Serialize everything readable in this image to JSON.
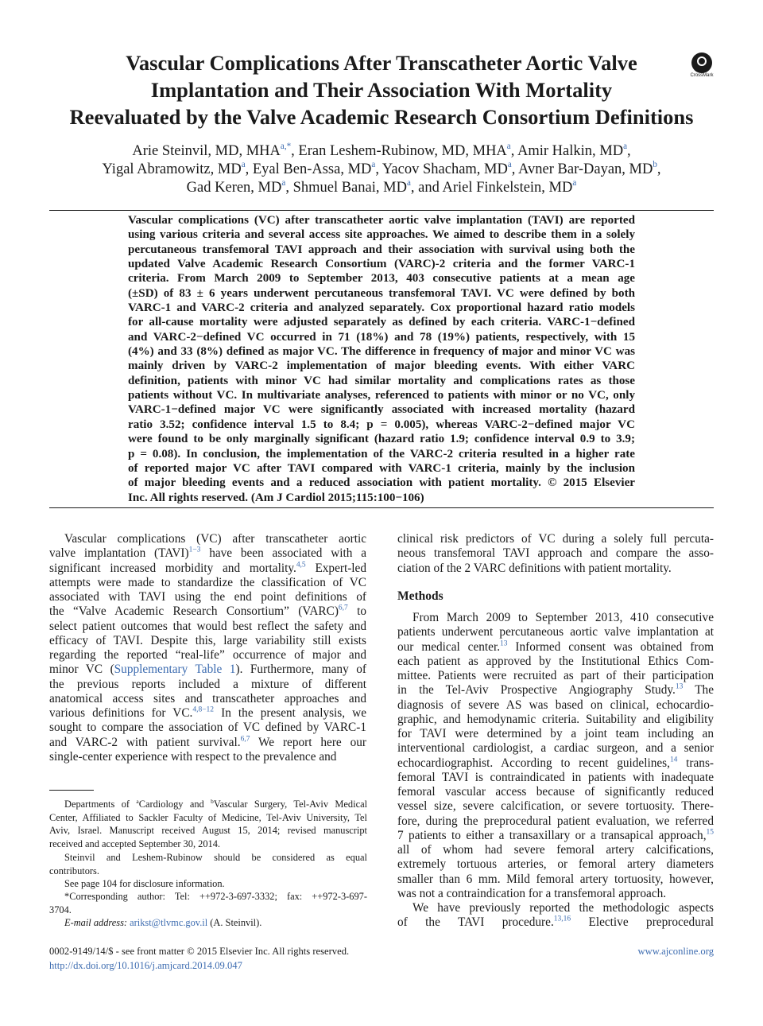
{
  "title_lines": [
    "Vascular Complications After Transcatheter Aortic Valve",
    "Implantation and Their Association With Mortality",
    "Reevaluated by the Valve Academic Research Consortium Definitions"
  ],
  "crossmark_label": "CrossMark",
  "authors": [
    {
      "name": "Arie Steinvil, MD, MHA",
      "aff": "a,*"
    },
    {
      "name": "Eran Leshem-Rubinow, MD, MHA",
      "aff": "a"
    },
    {
      "name": "Amir Halkin, MD",
      "aff": "a"
    },
    {
      "name": "Yigal Abramowitz, MD",
      "aff": "a"
    },
    {
      "name": "Eyal Ben-Assa, MD",
      "aff": "a"
    },
    {
      "name": "Yacov Shacham, MD",
      "aff": "a"
    },
    {
      "name": "Avner Bar-Dayan, MD",
      "aff": "b"
    },
    {
      "name": "Gad Keren, MD",
      "aff": "a"
    },
    {
      "name": "Shmuel Banai, MD",
      "aff": "a"
    },
    {
      "name": "Ariel Finkelstein, MD",
      "aff": "a"
    }
  ],
  "abstract_lines": [
    "Vascular complications (VC) after transcatheter aortic valve implantation (TAVI) are reported",
    "using various criteria and several access site approaches. We aimed to describe them in a solely",
    "percutaneous transfemoral TAVI approach and their association with survival using both the",
    "updated Valve Academic Research Consortium (VARC)-2 criteria and the former VARC-1",
    "criteria. From March 2009 to September 2013, 403 consecutive patients at a mean age",
    "(±SD) of 83 ± 6 years underwent percutaneous transfemoral TAVI. VC were defined by both",
    "VARC-1 and VARC-2 criteria and analyzed separately. Cox proportional hazard ratio models",
    "for all-cause mortality were adjusted separately as defined by each criteria. VARC-1−defined",
    "and VARC-2−defined VC occurred in 71 (18%) and 78 (19%) patients, respectively, with 15",
    "(4%) and 33 (8%) defined as major VC. The difference in frequency of major and minor VC was",
    "mainly driven by VARC-2 implementation of major bleeding events. With either VARC",
    "definition, patients with minor VC had similar mortality and complications rates as those",
    "patients without VC. In multivariate analyses, referenced to patients with minor or no VC, only",
    "VARC-1−defined major VC were significantly associated with increased mortality (hazard",
    "ratio 3.52; confidence interval 1.5 to 8.4; p = 0.005), whereas VARC-2−defined major VC",
    "were found to be only marginally significant (hazard ratio 1.9; confidence interval 0.9 to 3.9;",
    "p = 0.08). In conclusion, the implementation of the VARC-2 criteria resulted in a higher rate",
    "of reported major VC after TAVI compared with VARC-1 criteria, mainly by the inclusion",
    "of major bleeding events and a reduced association with patient mortality.    © 2015 Elsevier",
    "Inc. All rights reserved. (Am J Cardiol 2015;115:100−106)"
  ],
  "left_col": [
    {
      "t": "Vascular complications (VC) after transcatheter aortic"
    },
    {
      "t": "valve implantation (TAVI)",
      "r": "1−3",
      "t2": " have been associated with a"
    },
    {
      "t": "significant increased morbidity and mortality.",
      "r": "4,5",
      "t2": " Expert-led"
    },
    {
      "t": "attempts were made to standardize the classification of VC"
    },
    {
      "t": "associated with TAVI using the end point definitions of"
    },
    {
      "t": "the “Valve Academic Research Consortium” (VARC)",
      "r": "6,7",
      "t2": " to"
    },
    {
      "t": "select patient outcomes that would best reflect the safety and"
    },
    {
      "t": "efficacy of TAVI. Despite this, large variability still exists"
    },
    {
      "t": "regarding the reported “real-life” occurrence of major and"
    },
    {
      "t": "minor VC (",
      "l": "Supplementary Table 1",
      "t2": "). Furthermore, many of"
    },
    {
      "t": "the previous reports included a mixture of different"
    },
    {
      "t": "anatomical access sites and transcatheter approaches and"
    },
    {
      "t": "various definitions for VC.",
      "r": "4,8−12",
      "t2": " In the present analysis, we"
    },
    {
      "t": "sought to compare the association of VC defined by VARC-1"
    },
    {
      "t": "and VARC-2 with patient survival.",
      "r": "6,7",
      "t2": " We report here our"
    },
    {
      "t": "single-center experience with respect to the prevalence and"
    }
  ],
  "right_col_top": [
    {
      "t": "clinical risk predictors of VC during a solely full percuta-"
    },
    {
      "t": "neous transfemoral TAVI approach and compare the asso-"
    },
    {
      "t": "ciation of the 2 VARC definitions with patient mortality."
    }
  ],
  "methods_heading": "Methods",
  "right_col_methods": [
    {
      "t": "From March 2009 to September 2013, 410 consecutive"
    },
    {
      "t": "patients underwent percutaneous aortic valve implantation at"
    },
    {
      "t": "our medical center.",
      "r": "13",
      "t2": " Informed consent was obtained from"
    },
    {
      "t": "each patient as approved by the Institutional Ethics Com-"
    },
    {
      "t": "mittee. Patients were recruited as part of their participation"
    },
    {
      "t": "in the Tel-Aviv Prospective Angiography Study.",
      "r": "13",
      "t2": " The"
    },
    {
      "t": "diagnosis of severe AS was based on clinical, echocardio-"
    },
    {
      "t": "graphic, and hemodynamic criteria. Suitability and eligibility"
    },
    {
      "t": "for TAVI were determined by a joint team including an"
    },
    {
      "t": "interventional cardiologist, a cardiac surgeon, and a senior"
    },
    {
      "t": "echocardiographist. According to recent guidelines,",
      "r": "14",
      "t2": " trans-"
    },
    {
      "t": "femoral TAVI is contraindicated in patients with inadequate"
    },
    {
      "t": "femoral vascular access because of significantly reduced"
    },
    {
      "t": "vessel size, severe calcification, or severe tortuosity. There-"
    },
    {
      "t": "fore, during the preprocedural patient evaluation, we referred"
    },
    {
      "t": "7 patients to either a transaxillary or a transapical approach,",
      "r": "15"
    },
    {
      "t": "all of whom had severe femoral artery calcifications,"
    },
    {
      "t": "extremely tortuous arteries, or femoral artery diameters"
    },
    {
      "t": "smaller than 6 mm. Mild femoral artery tortuosity, however,"
    },
    {
      "t": "was not a contraindication for a transfemoral approach."
    },
    {
      "t": "We have previously reported the methodologic aspects"
    },
    {
      "t": "of the TAVI procedure.",
      "r": "13,16",
      "t2": " Elective preprocedural"
    }
  ],
  "footnotes": {
    "dept_lines": [
      {
        "t": "Departments of ",
        "s1": "a",
        "t2": "Cardiology and ",
        "s2": "b",
        "t3": "Vascular Surgery, Tel-Aviv Medical"
      },
      {
        "t": "Center, Affiliated to Sackler Faculty of Medicine, Tel-Aviv University, Tel"
      },
      {
        "t": "Aviv, Israel. Manuscript received August 15, 2014; revised manuscript"
      },
      {
        "t": "received and accepted September 30, 2014."
      }
    ],
    "equal_lines": [
      "Steinvil and Leshem-Rubinow should be considered as equal",
      "contributors."
    ],
    "disclosure": "See page 104 for disclosure information.",
    "corresponding_lines": [
      "*Corresponding author: Tel: ++972-3-697-3332; fax: ++972-3-697-",
      "3704."
    ],
    "email_label": "E-mail address:",
    "email": "arikst@tlvmc.gov.il",
    "email_suffix": " (A. Steinvil)."
  },
  "footer": {
    "issn": "0002-9149/14/$ - see front matter © 2015 Elsevier Inc. All rights reserved.",
    "doi": "http://dx.doi.org/10.1016/j.amjcard.2014.09.047",
    "site": "www.ajconline.org"
  },
  "colors": {
    "link": "#3d6cb0",
    "text": "#1a1a1a"
  }
}
